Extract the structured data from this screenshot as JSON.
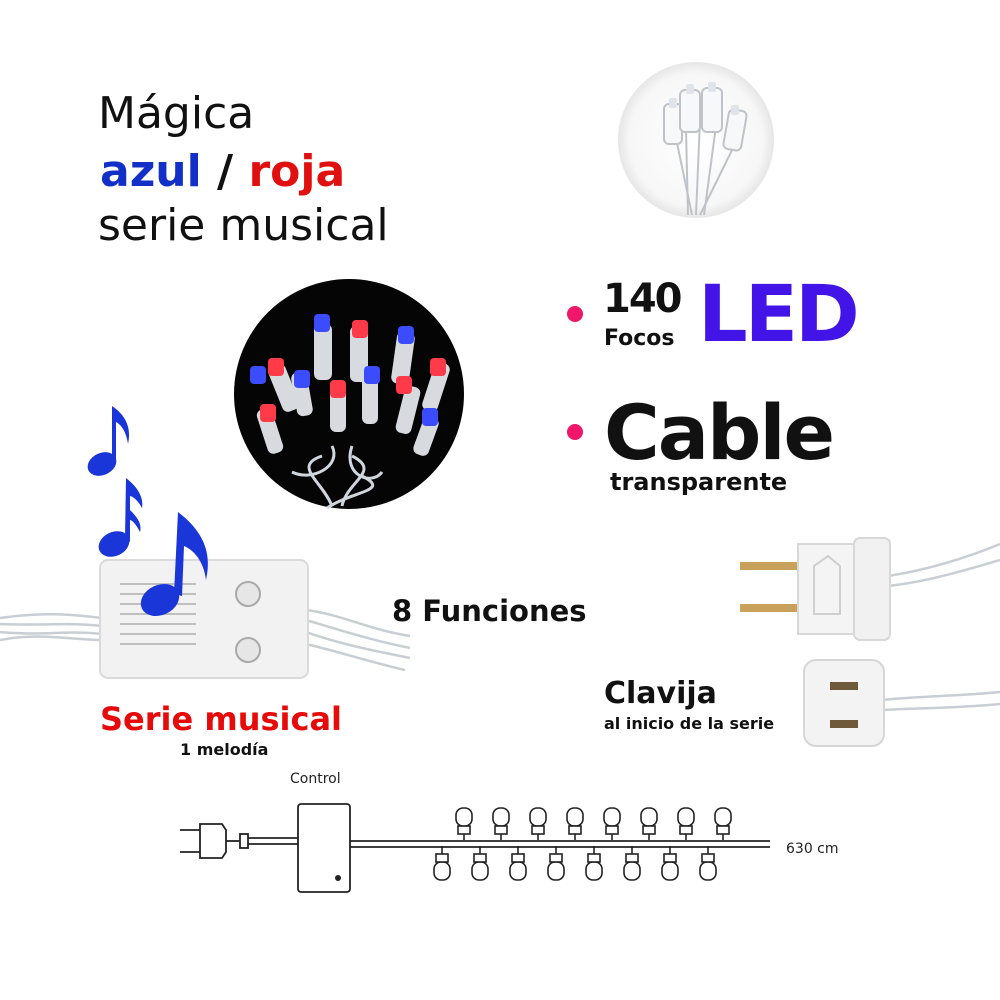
{
  "title": {
    "line1": "Mágica",
    "blue_word": "azul",
    "separator": "/",
    "red_word": "roja",
    "line3": "serie musical"
  },
  "features": {
    "count": "140",
    "focos": "Focos",
    "led": "LED",
    "cable": "Cable",
    "cable_sub": "transparente",
    "functions": "8 Funciones",
    "plug_title": "Clavija",
    "plug_sub": "al inicio de la serie"
  },
  "musical": {
    "title": "Serie musical",
    "sub": "1 melodía"
  },
  "diagram": {
    "control_label": "Control",
    "length": "630 cm"
  },
  "colors": {
    "accent_blue": "#1230c8",
    "accent_red": "#e01010",
    "bullet": "#f0166a",
    "led_purple": "#4214e8",
    "note_blue": "#1a36d8"
  },
  "icons": [
    "music-note-icon",
    "bulb-icon",
    "plug-icon"
  ]
}
